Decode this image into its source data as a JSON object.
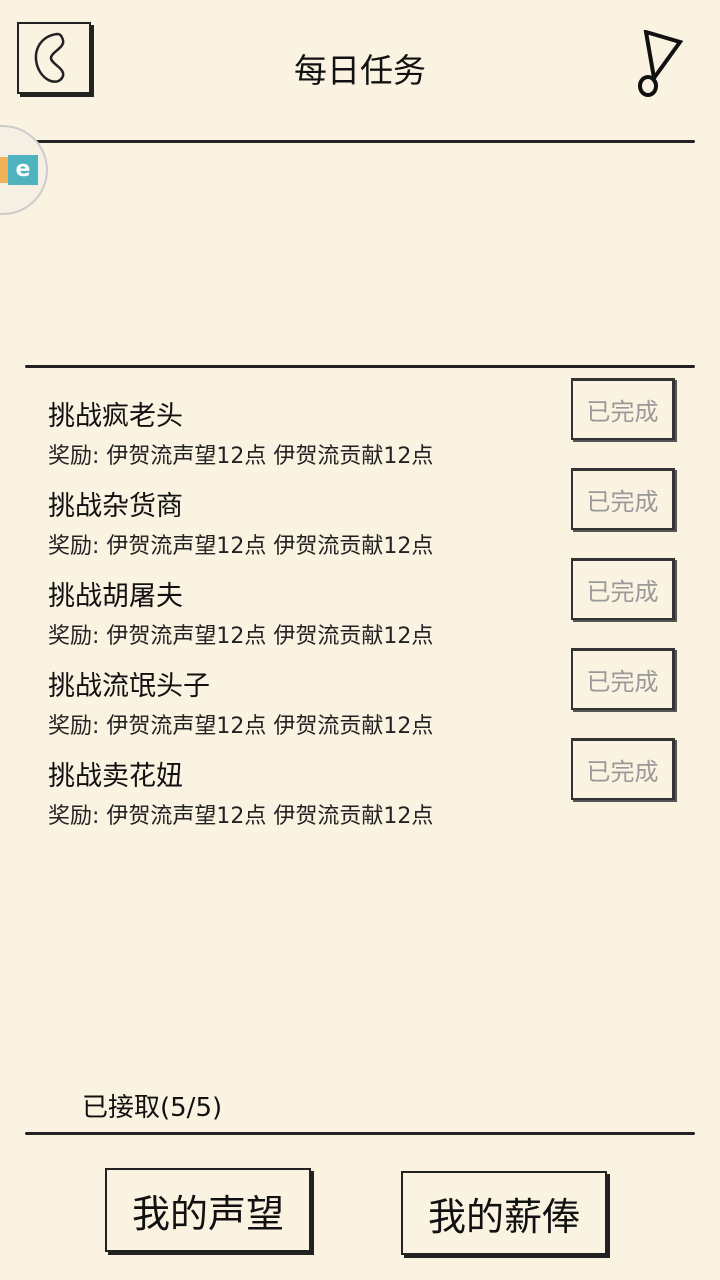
{
  "header": {
    "title": "每日任务"
  },
  "tasks": [
    {
      "title": "挑战疯老头",
      "reward": "奖励: 伊贺流声望12点  伊贺流贡献12点",
      "status": "已完成"
    },
    {
      "title": "挑战杂货商",
      "reward": "奖励: 伊贺流声望12点  伊贺流贡献12点",
      "status": "已完成"
    },
    {
      "title": "挑战胡屠夫",
      "reward": "奖励: 伊贺流声望12点  伊贺流贡献12点",
      "status": "已完成"
    },
    {
      "title": "挑战流氓头子",
      "reward": "奖励: 伊贺流声望12点  伊贺流贡献12点",
      "status": "已完成"
    },
    {
      "title": "挑战卖花妞",
      "reward": "奖励: 伊贺流声望12点  伊贺流贡献12点",
      "status": "已完成"
    }
  ],
  "footer": {
    "accepted": "已接取(5/5)",
    "reputation_button": "我的声望",
    "salary_button": "我的薪俸"
  }
}
